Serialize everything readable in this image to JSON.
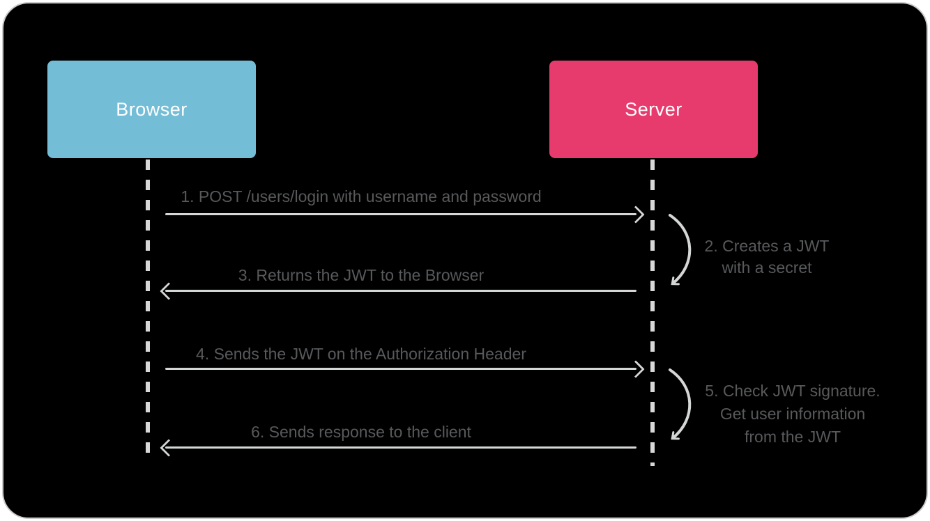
{
  "actors": [
    {
      "id": "browser",
      "label": "Browser",
      "color": "#74bdd7"
    },
    {
      "id": "server",
      "label": "Server",
      "color": "#e73b6e"
    }
  ],
  "messages": [
    {
      "num": 1,
      "label": "1. POST /users/login with username and password",
      "from": "browser",
      "to": "server",
      "direction": "right"
    },
    {
      "num": 3,
      "label": "3. Returns the JWT to the Browser",
      "from": "server",
      "to": "browser",
      "direction": "left"
    },
    {
      "num": 4,
      "label": "4. Sends the JWT on the Authorization Header",
      "from": "browser",
      "to": "server",
      "direction": "right"
    },
    {
      "num": 6,
      "label": "6. Sends response to the client",
      "from": "server",
      "to": "browser",
      "direction": "left"
    }
  ],
  "self_actions": [
    {
      "num": 2,
      "actor": "server",
      "lines": [
        "2. Creates a JWT",
        "with a secret"
      ]
    },
    {
      "num": 5,
      "actor": "server",
      "lines": [
        "5. Check JWT signature.",
        "Get user information",
        "from the JWT"
      ]
    }
  ],
  "colors": {
    "canvas_bg": "#000000",
    "canvas_border": "#cbcbcb",
    "actor_browser": "#74bdd7",
    "actor_server": "#e73b6e",
    "lifeline": "#d8d8d8",
    "line": "#d5d6d6",
    "label_text": "#58595b"
  }
}
